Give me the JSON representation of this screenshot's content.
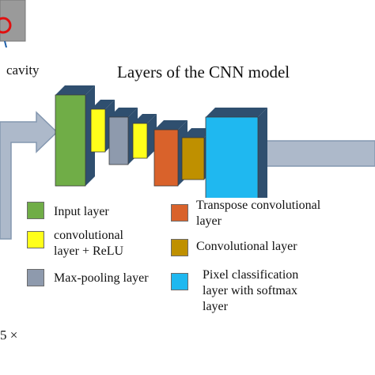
{
  "diagram": {
    "title": "Layers of the CNN model",
    "top_left_label": "cavity",
    "bottom_left_fragment": "5 ×",
    "layer_blocks": [
      {
        "legend_ref": "input",
        "color": "#70ad47"
      },
      {
        "legend_ref": "conv",
        "color": "#ffff1a"
      },
      {
        "legend_ref": "pool",
        "color": "#8e9aad"
      },
      {
        "legend_ref": "conv",
        "color": "#ffff1a"
      },
      {
        "legend_ref": "transpose",
        "color": "#d9622b"
      },
      {
        "legend_ref": "conv2",
        "color": "#bf9000"
      },
      {
        "legend_ref": "pixel",
        "color": "#1fb8f0"
      }
    ],
    "block_side_color": "#2f4f6f",
    "arrow_color": "#adb9ca",
    "arrow_outline": "#8497b0"
  },
  "legend": [
    {
      "key": "input",
      "label": "Input layer",
      "color": "#70ad47"
    },
    {
      "key": "conv",
      "label": "convolutional\nlayer + ReLU",
      "color": "#ffff1a"
    },
    {
      "key": "pool",
      "label": "Max-pooling layer",
      "color": "#8e9aad"
    },
    {
      "key": "transpose",
      "label": "Transpose convolutional\nlayer",
      "color": "#d9622b"
    },
    {
      "key": "conv2",
      "label": "Convolutional  layer",
      "color": "#bf9000"
    },
    {
      "key": "pixel",
      "label": "Pixel classification\nlayer with softmax\nlayer",
      "color": "#1fb8f0"
    }
  ]
}
